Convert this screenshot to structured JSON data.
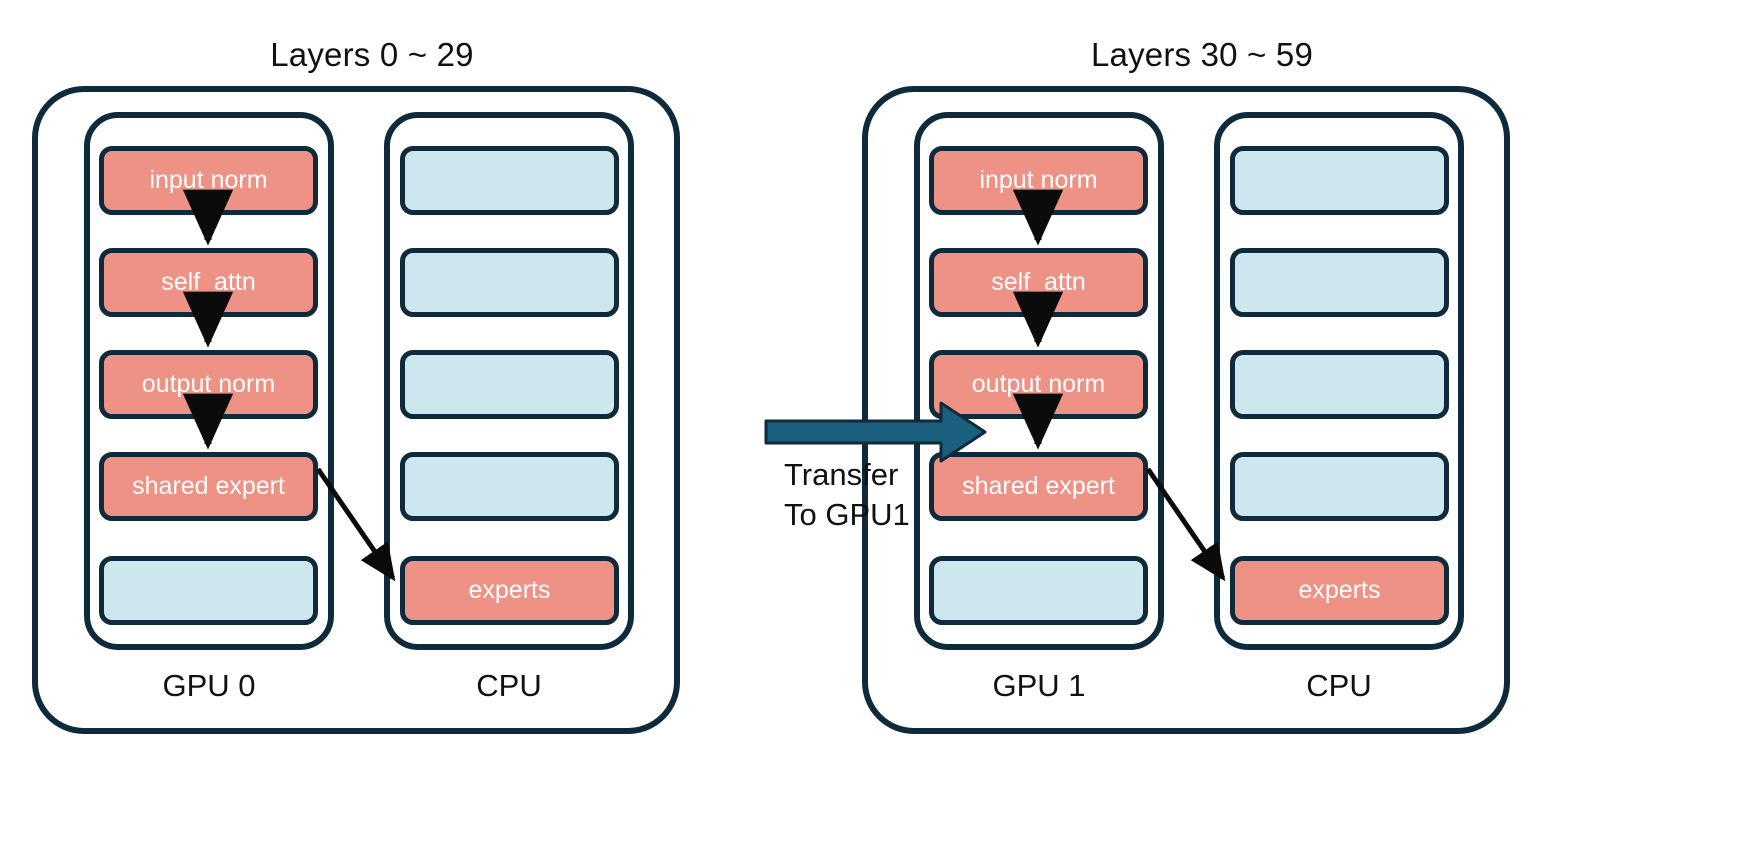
{
  "diagram": {
    "title_left": "Layers 0 ~ 29",
    "title_right": "Layers 30 ~ 59",
    "transfer_label": "Transfer\nTo GPU1",
    "colors": {
      "stroke": "#0f2a3a",
      "red_block": "#ef9286",
      "blue_block": "#cde7ee",
      "transfer_arrow": "#1b5f7f",
      "background": "#ffffff",
      "text": "#111111",
      "block_text": "#ffffff"
    },
    "panels": [
      {
        "id": "panel-left",
        "title": "Layers 0 ~ 29",
        "columns": [
          {
            "id": "gpu0",
            "label": "GPU 0",
            "blocks": [
              {
                "label": "input norm",
                "color": "red"
              },
              {
                "label": "self_attn",
                "color": "red"
              },
              {
                "label": "output norm",
                "color": "red"
              },
              {
                "label": "shared expert",
                "color": "red"
              },
              {
                "label": "",
                "color": "blue"
              }
            ]
          },
          {
            "id": "cpu0",
            "label": "CPU",
            "blocks": [
              {
                "label": "",
                "color": "blue"
              },
              {
                "label": "",
                "color": "blue"
              },
              {
                "label": "",
                "color": "blue"
              },
              {
                "label": "",
                "color": "blue"
              },
              {
                "label": "experts",
                "color": "red"
              }
            ]
          }
        ]
      },
      {
        "id": "panel-right",
        "title": "Layers 30 ~ 59",
        "columns": [
          {
            "id": "gpu1",
            "label": "GPU 1",
            "blocks": [
              {
                "label": "input norm",
                "color": "red"
              },
              {
                "label": "self_attn",
                "color": "red"
              },
              {
                "label": "output norm",
                "color": "red"
              },
              {
                "label": "shared expert",
                "color": "red"
              },
              {
                "label": "",
                "color": "blue"
              }
            ]
          },
          {
            "id": "cpu1",
            "label": "CPU",
            "blocks": [
              {
                "label": "",
                "color": "blue"
              },
              {
                "label": "",
                "color": "blue"
              },
              {
                "label": "",
                "color": "blue"
              },
              {
                "label": "",
                "color": "blue"
              },
              {
                "label": "experts",
                "color": "red"
              }
            ]
          }
        ]
      }
    ],
    "labels": {
      "left_gpu": "GPU 0",
      "left_cpu": "CPU",
      "right_gpu": "GPU 1",
      "right_cpu": "CPU",
      "block_input_norm": "input norm",
      "block_self_attn": "self_attn",
      "block_output_norm": "output norm",
      "block_shared_expert": "shared expert",
      "block_experts": "experts"
    }
  }
}
